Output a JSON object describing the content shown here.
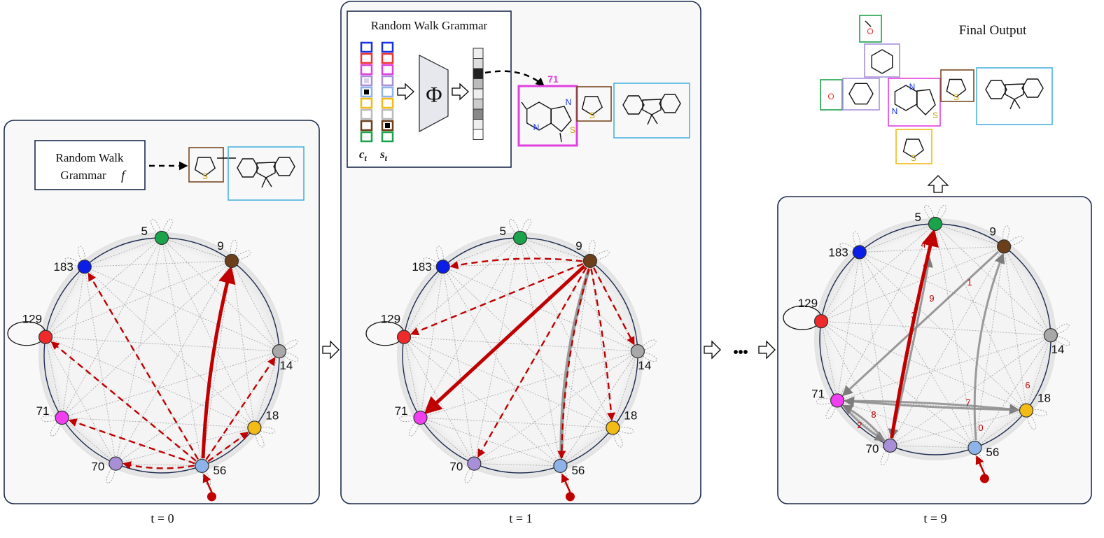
{
  "colors": {
    "n5": "#1aa34a",
    "n9": "#6b3f1a",
    "n183": "#0a1ee8",
    "n129": "#ee2a2a",
    "n14": "#a8a8a8",
    "n71": "#f03ef0",
    "n18": "#f2bb15",
    "n70": "#a88fd8",
    "n56": "#8db3e8",
    "walk": "#c00000",
    "gray_edge": "#8a8a8a",
    "panel_border": "#1d2b4f"
  },
  "node_labels": {
    "n5": "5",
    "n9": "9",
    "n183": "183",
    "n129": "129",
    "n14": "14",
    "n71": "71",
    "n18": "18",
    "n70": "70",
    "n56": "56"
  },
  "panel0": {
    "grammar_line1": "Random Walk",
    "grammar_line2": "Grammar",
    "grammar_f": "f",
    "caption": "t = 0"
  },
  "panel1": {
    "grammar_title": "Random Walk Grammar",
    "ct_label": "c",
    "ct_sub": "t",
    "st_label": "s",
    "st_sub": "t",
    "phi": "Φ",
    "selected": "71",
    "caption": "t = 1"
  },
  "panel9": {
    "caption": "t = 9",
    "edge_order": [
      "0",
      "1",
      "2",
      "3",
      "4",
      "5",
      "6",
      "7",
      "8",
      "9"
    ]
  },
  "ellipsis": "•••",
  "final": {
    "title": "Final Output"
  },
  "atoms": {
    "n": "N",
    "s": "S",
    "o": "O"
  }
}
